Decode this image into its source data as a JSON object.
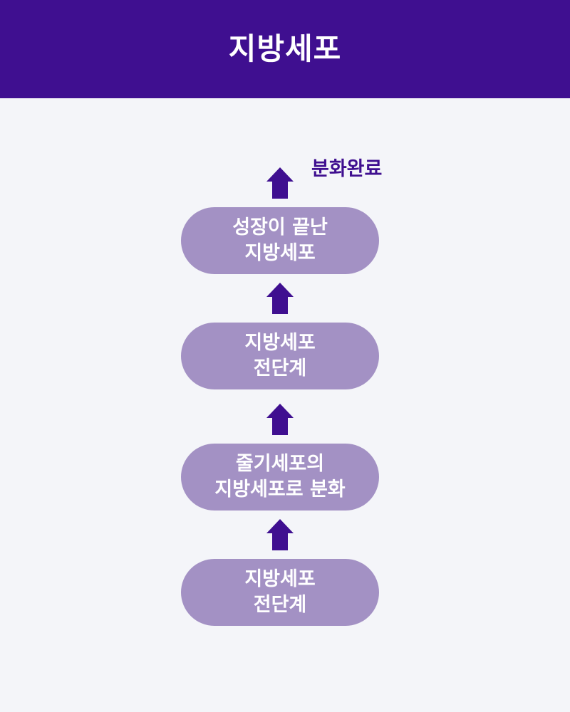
{
  "header": {
    "title": "지방세포"
  },
  "diagram": {
    "final_label": "분화완료",
    "stages": [
      {
        "line1": "성장이 끝난",
        "line2": "지방세포"
      },
      {
        "line1": "지방세포",
        "line2": "전단계"
      },
      {
        "line1": "줄기세포의",
        "line2": "지방세포로 분화"
      },
      {
        "line1": "지방세포",
        "line2": "전단계"
      }
    ],
    "arrow_icon": "arrow-up-icon"
  },
  "colors": {
    "header_bg": "#3f0f90",
    "stage_bg": "#a391c4",
    "arrow": "#3f0f90",
    "page_bg": "#f4f5f9"
  }
}
